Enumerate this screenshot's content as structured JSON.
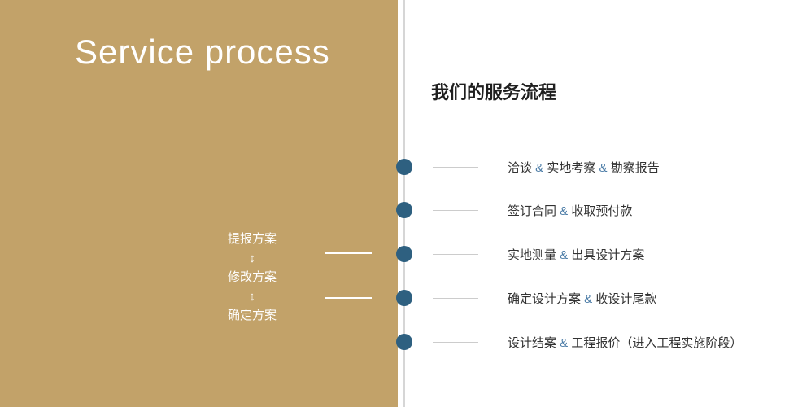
{
  "colors": {
    "panel_gold": "#c2a269",
    "dot_blue": "#2e6080",
    "amp_blue": "#4a7ba6",
    "divider_gray": "#d6d6d6",
    "tick_gray": "#cccccc",
    "text_dark": "#333333",
    "white": "#ffffff"
  },
  "left_panel": {
    "title": "Service process",
    "cycle_steps": [
      "提报方案",
      "修改方案",
      "确定方案"
    ],
    "cycle_arrow": "↕"
  },
  "right_panel": {
    "heading": "我们的服务流程",
    "separator": "&",
    "steps": [
      [
        "洽谈",
        "实地考察",
        "勘察报告"
      ],
      [
        "签订合同",
        "收取预付款"
      ],
      [
        "实地测量",
        "出具设计方案"
      ],
      [
        "确定设计方案",
        "收设计尾款"
      ],
      [
        "设计结案",
        "工程报价（进入工程实施阶段）"
      ]
    ]
  }
}
